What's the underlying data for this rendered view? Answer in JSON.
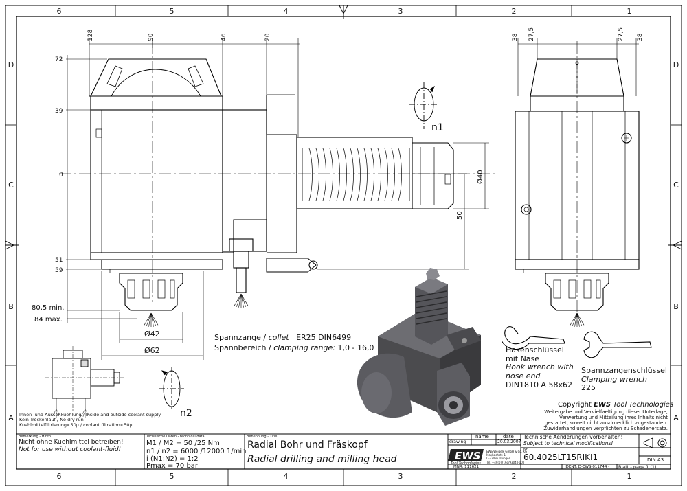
{
  "frame": {
    "cols_top": [
      "6",
      "5",
      "4",
      "3",
      "2",
      "1"
    ],
    "cols_bottom": [
      "6",
      "5",
      "4",
      "3",
      "2",
      "1"
    ],
    "rows_left": [
      "D",
      "C",
      "B",
      "A"
    ],
    "rows_right": [
      "D",
      "C",
      "B",
      "A"
    ]
  },
  "dimensions": {
    "top_left": [
      "128",
      "90",
      "46",
      "20"
    ],
    "top_right": [
      "38",
      "27,5",
      "27,5",
      "38"
    ],
    "left": [
      "72",
      "39",
      "0",
      "51",
      "59"
    ],
    "stickout_min": "80,5 min.",
    "stickout_max": "84 max.",
    "dia42": "Ø42",
    "dia62": "Ø62",
    "dia40": "Ø40",
    "offset50": "50"
  },
  "rotation": {
    "n1": "n1",
    "n2": "n2"
  },
  "collet": {
    "line1_de": "Spannzange /",
    "line1_en": "collet",
    "line1_spec": "ER25   DIN6499",
    "line2_de": "Spannbereich /",
    "line2_en": "clamping range:",
    "line2_spec": "1,0 - 16,0"
  },
  "hook_wrench": {
    "de1": "Hakenschlüssel",
    "de2": "mit Nase",
    "en1": "Hook wrench with",
    "en2": "nose end",
    "spec": "DIN1810  A 58x62"
  },
  "clamping_wrench": {
    "de": "Spannzangenschlüssel",
    "en": "Clamping wrench",
    "spec": "225"
  },
  "coolant_notes": {
    "l1": "Innen- und Aussenkuehlung / Inside and outside coolant supply",
    "l2": "Kein Trockenlauf / No dry run",
    "l3": "Kuehlmittelfiltrierung<50µ / coolant filtration<50µ"
  },
  "copyright": {
    "prefix": "Copyright",
    "brand": "EWS",
    "suffix": "Tool Technologies",
    "l2": "Weitergabe und Vervielfaeltigung dieser Unterlage,",
    "l3": "Verwertung und Mitteilung ihres Inhalts nicht",
    "l4": "gestattet, soweit nicht ausdruecklich zugestanden.",
    "l5": "Zuwiderhandlungen verpflichten zu Schadenersatz."
  },
  "title_block": {
    "remark_label": "Bemerkung - Hinfo",
    "remark_de": "Nicht ohne Kuehlmittel betreiben!",
    "remark_en": "Not for use without coolant-fluid!",
    "tech_label": "Technische Daten - technical data",
    "tech1": "M1 / M2 = 50  /25  Nm",
    "tech2": "n1 / n2 = 6000 /12000 1/min",
    "tech3": "i  (N1:N2) = 1:2",
    "tech4": "Pmax      = 70  bar",
    "name_label": "Benennung - Title",
    "name_de": "Radial Bohr und Fräskopf",
    "name_en": "Radial drilling and milling head",
    "col_name": "name",
    "col_date": "date",
    "row_drawing": "drawing",
    "drawing_date": "20.03.2007",
    "logo": "EWS",
    "logo_sub": "Tool Technologies",
    "company1": "EWS Weigele GmbH & Co. KG",
    "company2": "Maybachstr. 1",
    "company3": "D-73095 Uhingen",
    "company4": "Tel. +49(0)7161/93040-100",
    "change_de": "Technische Aenderungen vorbehalten!",
    "change_en": "Subject to technical modifications!",
    "nr_label": "Nr.",
    "part_no": "60.4025LT15RIKI1",
    "mnr": "MNR: 111621",
    "ident": "IDENT: D-EWS-011744  -",
    "sheet": "Blatt - page  1 (1)",
    "format": "DIN A3"
  }
}
